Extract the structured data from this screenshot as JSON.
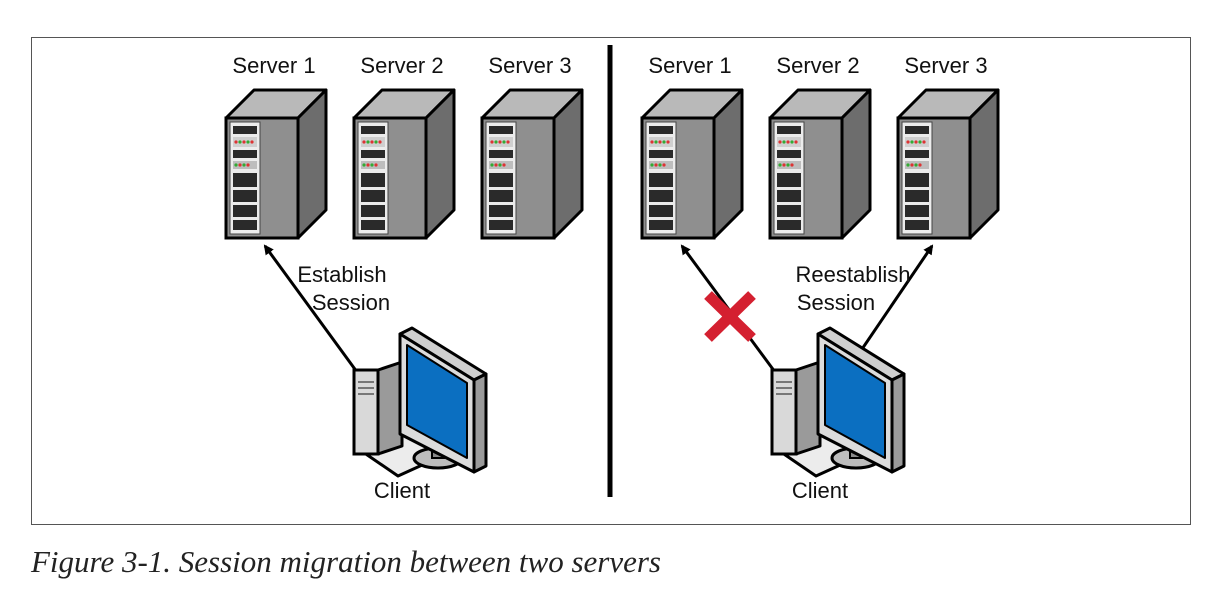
{
  "diagram": {
    "left": {
      "servers": [
        "Server 1",
        "Server 2",
        "Server 3"
      ],
      "connection_label": [
        "Establish",
        "Session"
      ],
      "client_label": "Client"
    },
    "right": {
      "servers": [
        "Server 1",
        "Server 2",
        "Server 3"
      ],
      "connection_label": [
        "Reestablish",
        "Session"
      ],
      "client_label": "Client"
    },
    "colors": {
      "server_front": "#8f8f8f",
      "server_side": "#6d6d6d",
      "monitor_screen": "#0b6fc1",
      "failure_mark": "#d42030"
    }
  },
  "caption": "Figure 3-1. Session migration between two servers"
}
